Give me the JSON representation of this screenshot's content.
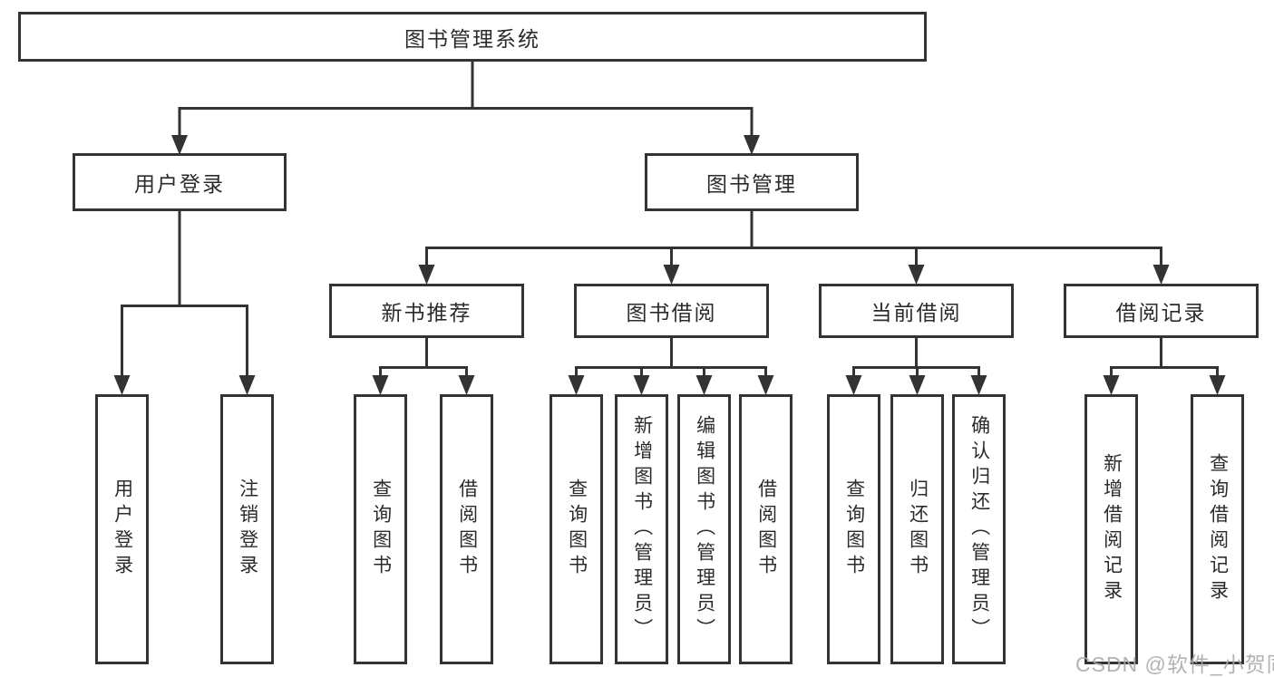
{
  "tree": {
    "label": "图书管理系统",
    "children": [
      {
        "label": "用户登录",
        "children": [
          {
            "label": "用户登录"
          },
          {
            "label": "注销登录"
          }
        ]
      },
      {
        "label": "图书管理",
        "children": [
          {
            "label": "新书推荐",
            "children": [
              {
                "label": "查询图书"
              },
              {
                "label": "借阅图书"
              }
            ]
          },
          {
            "label": "图书借阅",
            "children": [
              {
                "label": "查询图书"
              },
              {
                "label": "新增图书（管理员）"
              },
              {
                "label": "编辑图书（管理员）"
              },
              {
                "label": "借阅图书"
              }
            ]
          },
          {
            "label": "当前借阅",
            "children": [
              {
                "label": "查询图书"
              },
              {
                "label": "归还图书"
              },
              {
                "label": "确认归还（管理员）"
              }
            ]
          },
          {
            "label": "借阅记录",
            "children": [
              {
                "label": "新增借阅记录"
              },
              {
                "label": "查询借阅记录"
              }
            ]
          }
        ]
      }
    ]
  },
  "watermark": "CSDN @软件_小贺同学",
  "colors": {
    "line": "#333333",
    "text": "#2b2b2b",
    "watermark": "#a9a9a9",
    "background": "#ffffff"
  }
}
